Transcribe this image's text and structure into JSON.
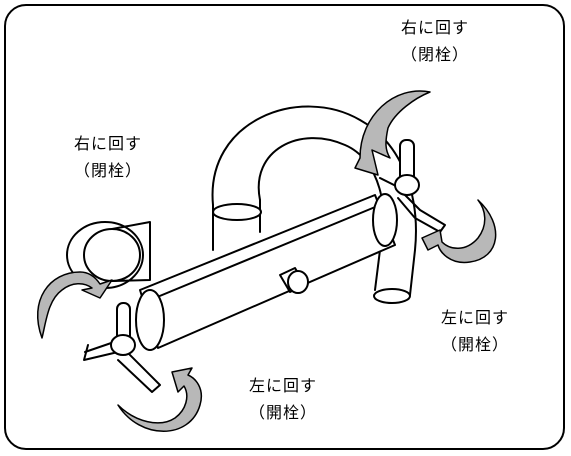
{
  "labels": {
    "top_right": {
      "action": "右に回す",
      "state": "（閉栓）"
    },
    "left": {
      "action": "右に回す",
      "state": "（閉栓）"
    },
    "bottom_center": {
      "action": "左に回す",
      "state": "（開栓）"
    },
    "bottom_right": {
      "action": "左に回す",
      "state": "（開栓）"
    }
  },
  "colors": {
    "arrow_fill": "#b8b8b8",
    "line": "#000000"
  }
}
